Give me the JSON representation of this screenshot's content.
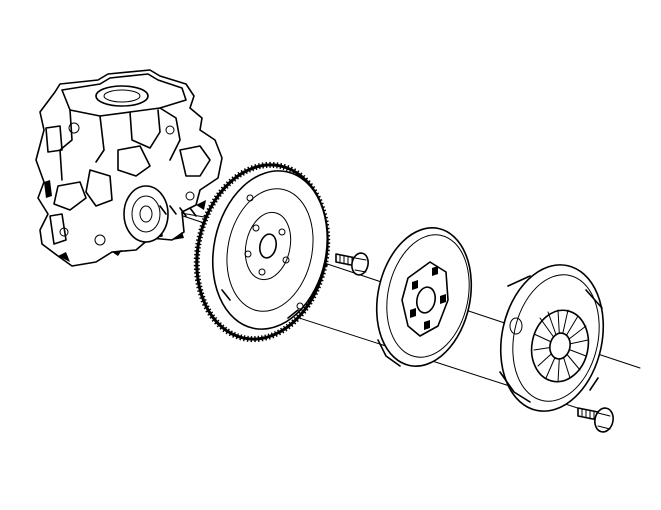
{
  "diagram": {
    "parts": [
      {
        "id": "engine-block",
        "icon": "engine-block-icon"
      },
      {
        "id": "flywheel",
        "icon": "flywheel-icon"
      },
      {
        "id": "flywheel-bolt",
        "icon": "bolt-icon"
      },
      {
        "id": "clutch-disc",
        "icon": "clutch-disc-icon"
      },
      {
        "id": "pressure-plate",
        "icon": "pressure-plate-icon"
      },
      {
        "id": "pressure-plate-bolt",
        "icon": "bolt-icon"
      }
    ],
    "colors": {
      "line": "#000000",
      "background": "#ffffff"
    }
  }
}
